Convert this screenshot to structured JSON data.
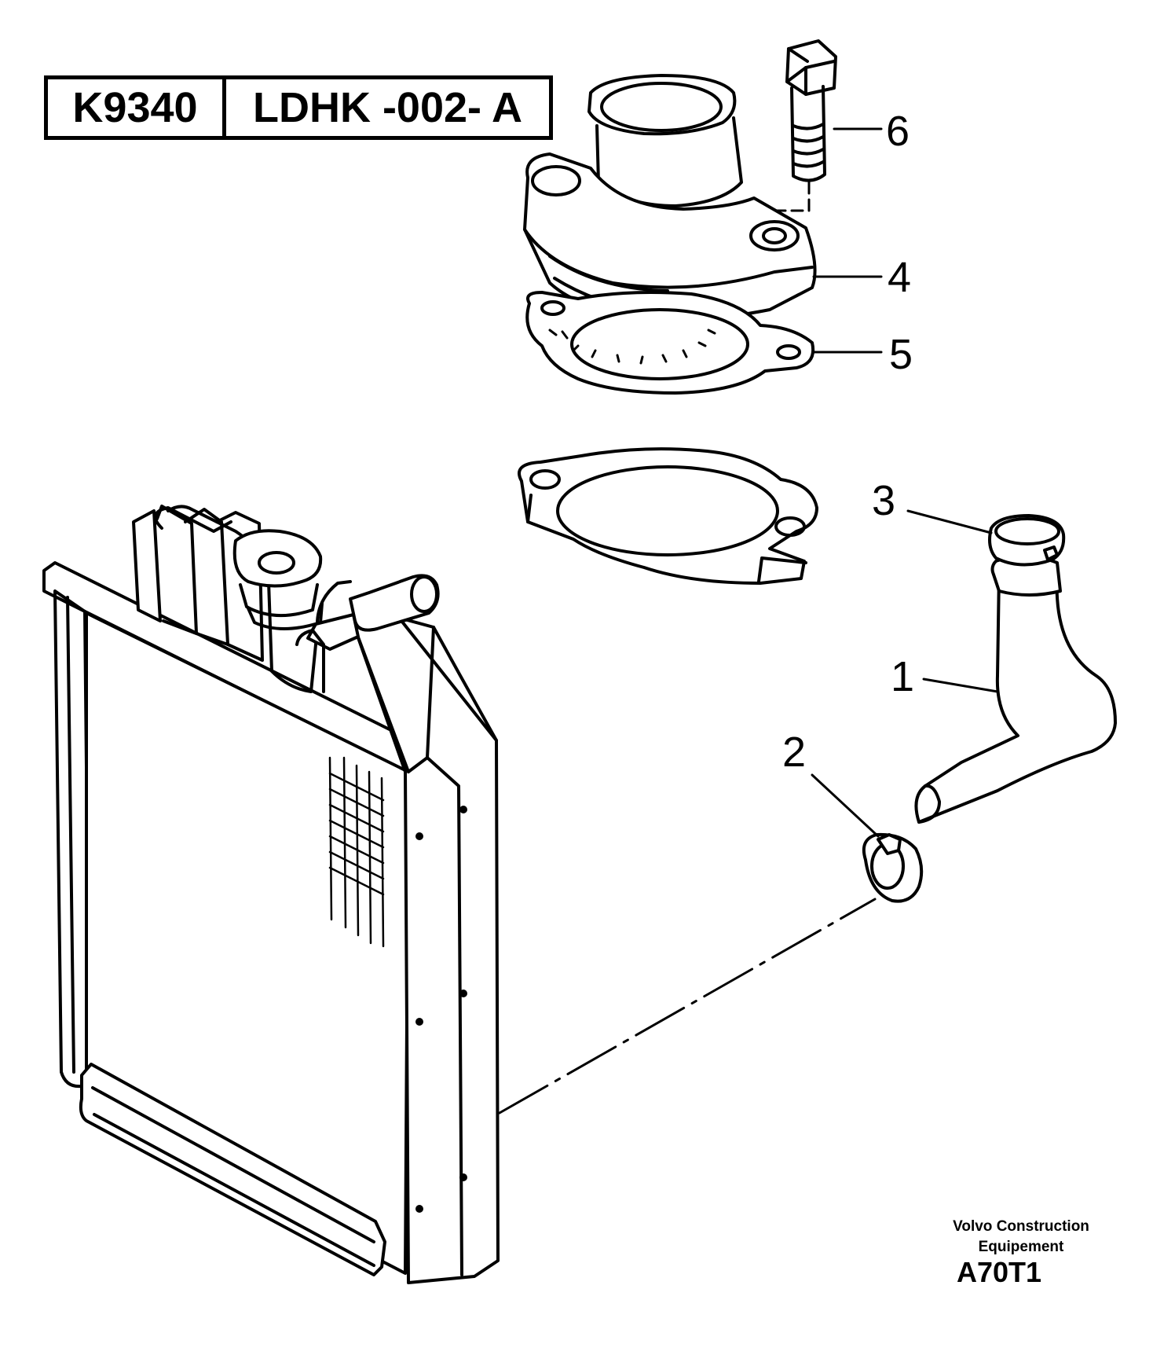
{
  "header": {
    "group_code": "K9340",
    "part_ref": "LDHK -002- A"
  },
  "callouts": [
    {
      "number": "1",
      "part": "hose"
    },
    {
      "number": "2",
      "part": "hose-clamp"
    },
    {
      "number": "3",
      "part": "hose-clamp"
    },
    {
      "number": "4",
      "part": "outlet-housing"
    },
    {
      "number": "5",
      "part": "gasket"
    },
    {
      "number": "6",
      "part": "bolt"
    }
  ],
  "footer": {
    "brand_line1": "Volvo Construction",
    "brand_line2": "Equipement",
    "figure_id": "A70T1"
  },
  "colors": {
    "ink": "#000000",
    "paper": "#ffffff"
  }
}
